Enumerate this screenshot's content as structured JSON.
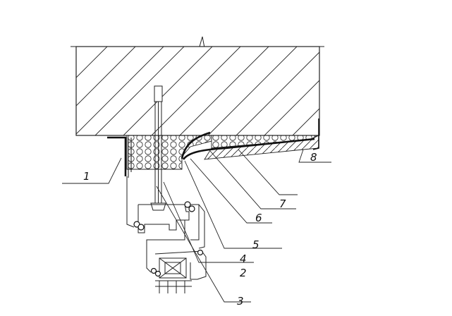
{
  "diagram": {
    "callouts": [
      {
        "id": "c1",
        "text": "1"
      },
      {
        "id": "c2",
        "text": "2"
      },
      {
        "id": "c3",
        "text": "3"
      },
      {
        "id": "c4",
        "text": "4"
      },
      {
        "id": "c5",
        "text": "5"
      },
      {
        "id": "c6",
        "text": "6"
      },
      {
        "id": "c7",
        "text": "7"
      },
      {
        "id": "c8",
        "text": "8"
      }
    ]
  }
}
